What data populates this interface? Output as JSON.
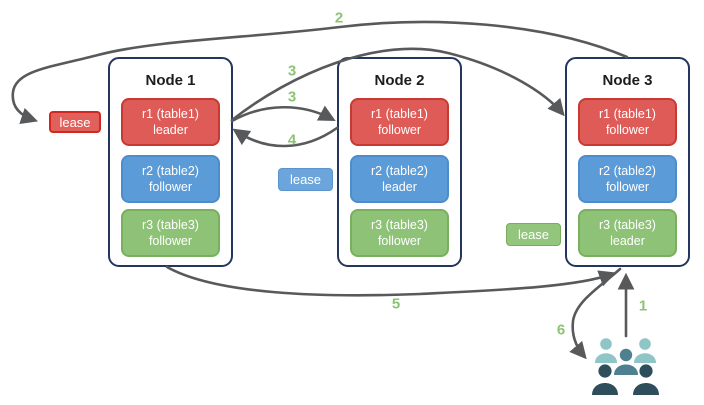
{
  "diagram": {
    "type": "distributed-database-request-flow",
    "colors": {
      "replica_red_fill": "#DE5B57",
      "replica_red_border": "#C73A33",
      "replica_blue_fill": "#5B9BD8",
      "replica_blue_border": "#4D8DCB",
      "replica_green_fill": "#8EC377",
      "replica_green_border": "#78B05E",
      "node_border": "#24365E",
      "arrow_gray": "#58595B",
      "step_label_green": "#8CC474",
      "users_light_teal": "#8FC5C7",
      "users_mid_teal": "#4E8090",
      "users_dark_slate": "#2F4E5C"
    }
  },
  "nodes": [
    {
      "title": "Node 1",
      "replicas": [
        {
          "range": "r1 (table1)",
          "role": "leader",
          "color": "red"
        },
        {
          "range": "r2 (table2)",
          "role": "follower",
          "color": "blue"
        },
        {
          "range": "r3 (table3)",
          "role": "follower",
          "color": "green"
        }
      ]
    },
    {
      "title": "Node 2",
      "replicas": [
        {
          "range": "r1 (table1)",
          "role": "follower",
          "color": "red"
        },
        {
          "range": "r2 (table2)",
          "role": "leader",
          "color": "blue"
        },
        {
          "range": "r3 (table3)",
          "role": "follower",
          "color": "green"
        }
      ]
    },
    {
      "title": "Node 3",
      "replicas": [
        {
          "range": "r1 (table1)",
          "role": "follower",
          "color": "red"
        },
        {
          "range": "r2 (table2)",
          "role": "follower",
          "color": "blue"
        },
        {
          "range": "r3 (table3)",
          "role": "leader",
          "color": "green"
        }
      ]
    }
  ],
  "leases": [
    {
      "label": "lease",
      "color": "red",
      "beside": "Node 1 r1 leader"
    },
    {
      "label": "lease",
      "color": "blue",
      "beside": "Node 2 r2 leader"
    },
    {
      "label": "lease",
      "color": "green",
      "beside": "Node 3 r3 leader"
    }
  ],
  "steps": [
    {
      "label": "1"
    },
    {
      "label": "2"
    },
    {
      "label": "3"
    },
    {
      "label": "3"
    },
    {
      "label": "4"
    },
    {
      "label": "5"
    },
    {
      "label": "6"
    }
  ],
  "users": {
    "icon": "users-group",
    "count_figures": 5
  }
}
